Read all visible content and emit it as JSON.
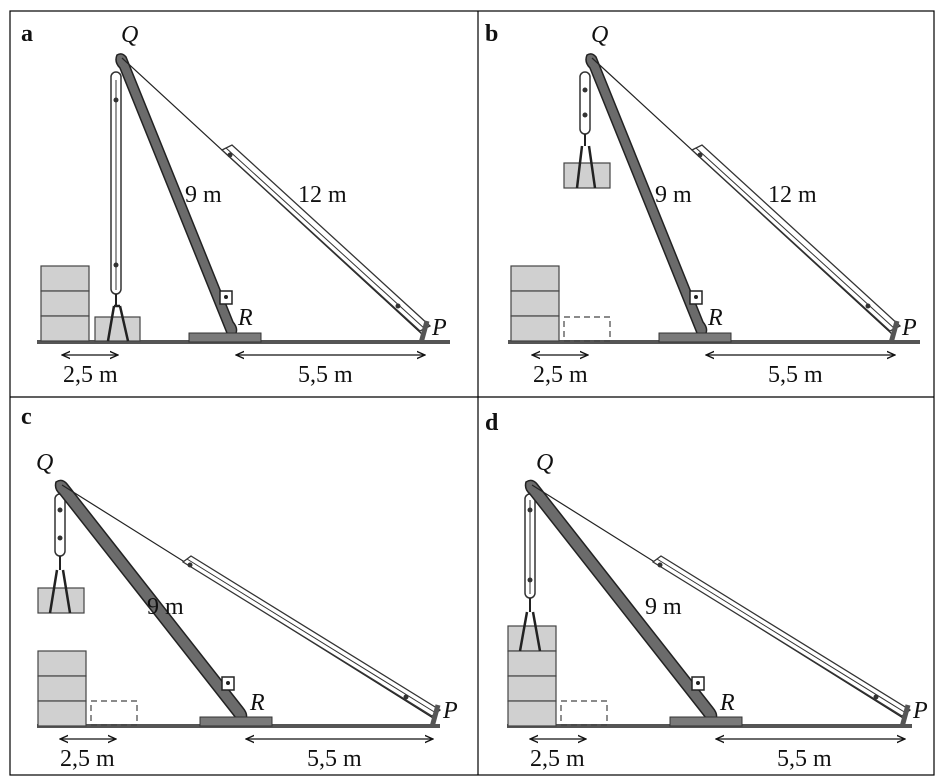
{
  "panels": [
    {
      "id": "a",
      "letter": "a",
      "point_top": "Q",
      "point_mid": "R",
      "point_end": "P",
      "boom_length": "9 m",
      "cable_length": "12 m",
      "dist_left": "2,5 m",
      "dist_right": "5,5 m",
      "load_state": "on ground"
    },
    {
      "id": "b",
      "letter": "b",
      "point_top": "Q",
      "point_mid": "R",
      "point_end": "P",
      "boom_length": "9 m",
      "cable_length": "12 m",
      "dist_left": "2,5 m",
      "dist_right": "5,5 m",
      "load_state": "lifted"
    },
    {
      "id": "c",
      "letter": "c",
      "point_top": "Q",
      "point_mid": "R",
      "point_end": "P",
      "boom_length": "9 m",
      "dist_left": "2,5 m",
      "dist_right": "5,5 m",
      "load_state": "swung left"
    },
    {
      "id": "d",
      "letter": "d",
      "point_top": "Q",
      "point_mid": "R",
      "point_end": "P",
      "boom_length": "9 m",
      "dist_left": "2,5 m",
      "dist_right": "5,5 m",
      "load_state": "lowered onto stack"
    }
  ],
  "colors": {
    "boom": "#6b6b6b",
    "block": "#d0d0d0",
    "line": "#111111",
    "base": "#7a7a7a"
  }
}
